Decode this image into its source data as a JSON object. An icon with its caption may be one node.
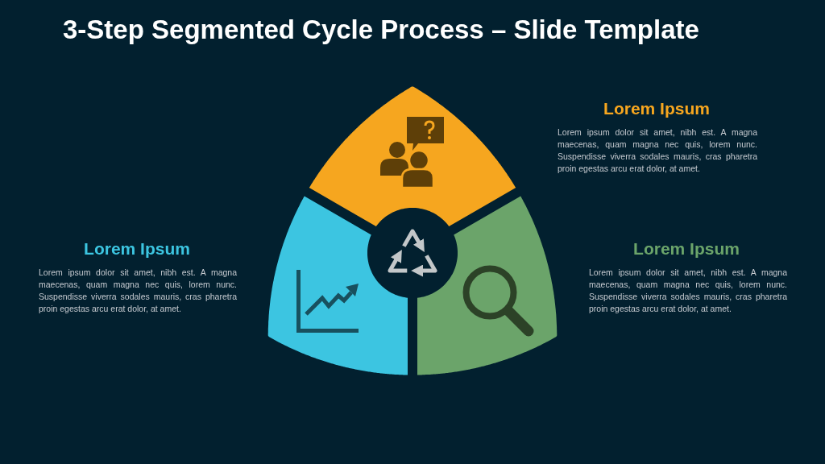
{
  "diagram": {
    "title": "3-Step Segmented Cycle Process – Slide Template",
    "nodes": [
      {
        "text": [],
        "shape": "segment",
        "beside": [
          "Lorem Ipsum",
          "Lorem ipsum dolor sit amet, nibh est. A magna maecenas, quam magna nec quis, lorem nunc. Suspendisse viverra sodales mauris, cras pharetra proin egestas arcu erat dolor, at amet."
        ]
      },
      {
        "text": [],
        "shape": "segment",
        "beside": [
          "Lorem Ipsum",
          "Lorem ipsum dolor sit amet, nibh est. A magna maecenas, quam magna nec quis, lorem nunc. Suspendisse viverra sodales mauris, cras pharetra proin egestas arcu erat dolor, at amet."
        ]
      },
      {
        "text": [],
        "shape": "segment",
        "beside": [
          "Lorem Ipsum",
          "Lorem ipsum dolor sit amet, nibh est. A magna maecenas, quam magna nec quis, lorem nunc. Suspendisse viverra sodales mauris, cras pharetra proin egestas arcu erat dolor, at amet."
        ]
      }
    ]
  }
}
